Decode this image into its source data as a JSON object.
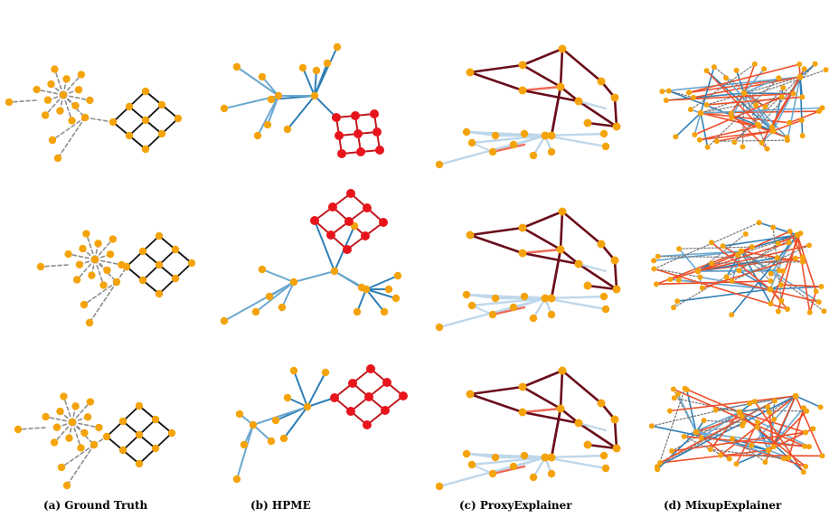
{
  "captions": {
    "a": "(a) Ground Truth",
    "b": "(b) HPME",
    "c": "(c) ProxyExplainer",
    "d": "(d) MixupExplainer"
  },
  "colors": {
    "node": "#f5a30a",
    "node_red": "#e8141c",
    "gt_motif_edge": "#111111",
    "gt_base_edge": "#8c8c8c",
    "hpme_motif_edge": "#c0181c",
    "blue_dark": "#2f7fb6",
    "blue_mid": "#6aa7cf",
    "blue_light": "#bfd7ea",
    "maroon": "#6a0d1a",
    "salmon": "#ee6b57",
    "red_orange": "#ef4f2a",
    "dotted_gray": "#777777"
  },
  "legend": []
}
